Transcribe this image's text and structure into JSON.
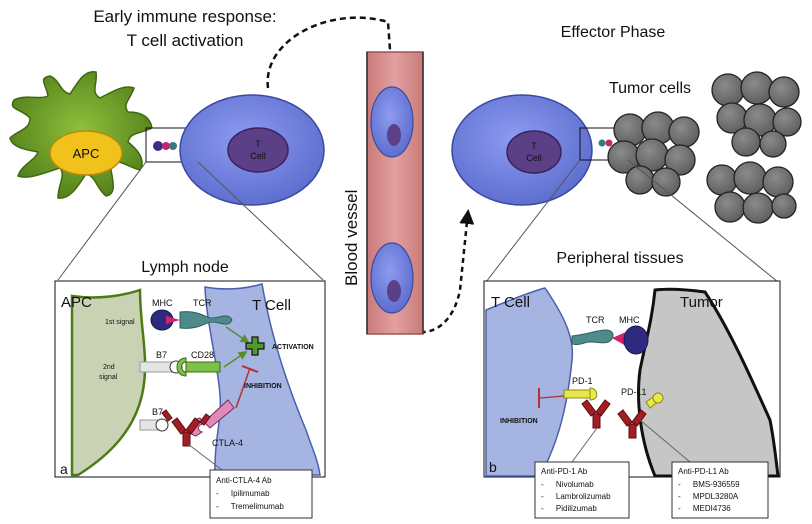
{
  "labels": {
    "early_line1": "Early immune response:",
    "early_line2": "T cell activation",
    "effector": "Effector Phase",
    "tumor_cells": "Tumor cells",
    "apc": "APC",
    "t_cell_top1": "T",
    "t_cell_top2": "Cell",
    "t_cell_right1": "T",
    "t_cell_right2": "Cell",
    "blood_vessel": "Blood vessel",
    "lymph_node": "Lymph node",
    "peripheral": "Peripheral tissues"
  },
  "panel_a": {
    "letter": "a",
    "apc": "APC",
    "tcell": "T Cell",
    "mhc": "MHC",
    "tcr": "TCR",
    "first_signal": "1st signal",
    "second_signal_1": "2nd",
    "second_signal_2": "signal",
    "b7_top": "B7",
    "cd28": "CD28",
    "b7_bottom": "B7",
    "ctla4": "CTLA-4",
    "activation": "ACTIVATION",
    "inhibition": "INHIBITION",
    "box_title": "Anti-CTLA-4 Ab",
    "box_items": [
      "Ipilimumab",
      "Tremelimumab"
    ]
  },
  "panel_b": {
    "letter": "b",
    "tcell": "T Cell",
    "tumor": "Tumor",
    "tcr": "TCR",
    "mhc": "MHC",
    "pd1": "PD-1",
    "pdl1": "PD-L1",
    "inhibition": "INHIBITION",
    "box1_title": "Anti-PD-1 Ab",
    "box1_items": [
      "Nivolumab",
      "Lambrolizumab",
      "Pidilizumab"
    ],
    "box2_title": "Anti-PD-L1 Ab",
    "box2_items": [
      "BMS-936559",
      "MPDL3280A",
      "MEDI4736"
    ]
  },
  "colors": {
    "apc_green": "#5f8f1c",
    "tcell_blue": "#6f7fd8",
    "nucleus_purple": "#5b3f87",
    "vessel_pink": "#d98a8a",
    "tumor_gray": "#6e6e6e",
    "activation_green": "#4f8f1a",
    "inhibition_red": "#b72f2f"
  }
}
